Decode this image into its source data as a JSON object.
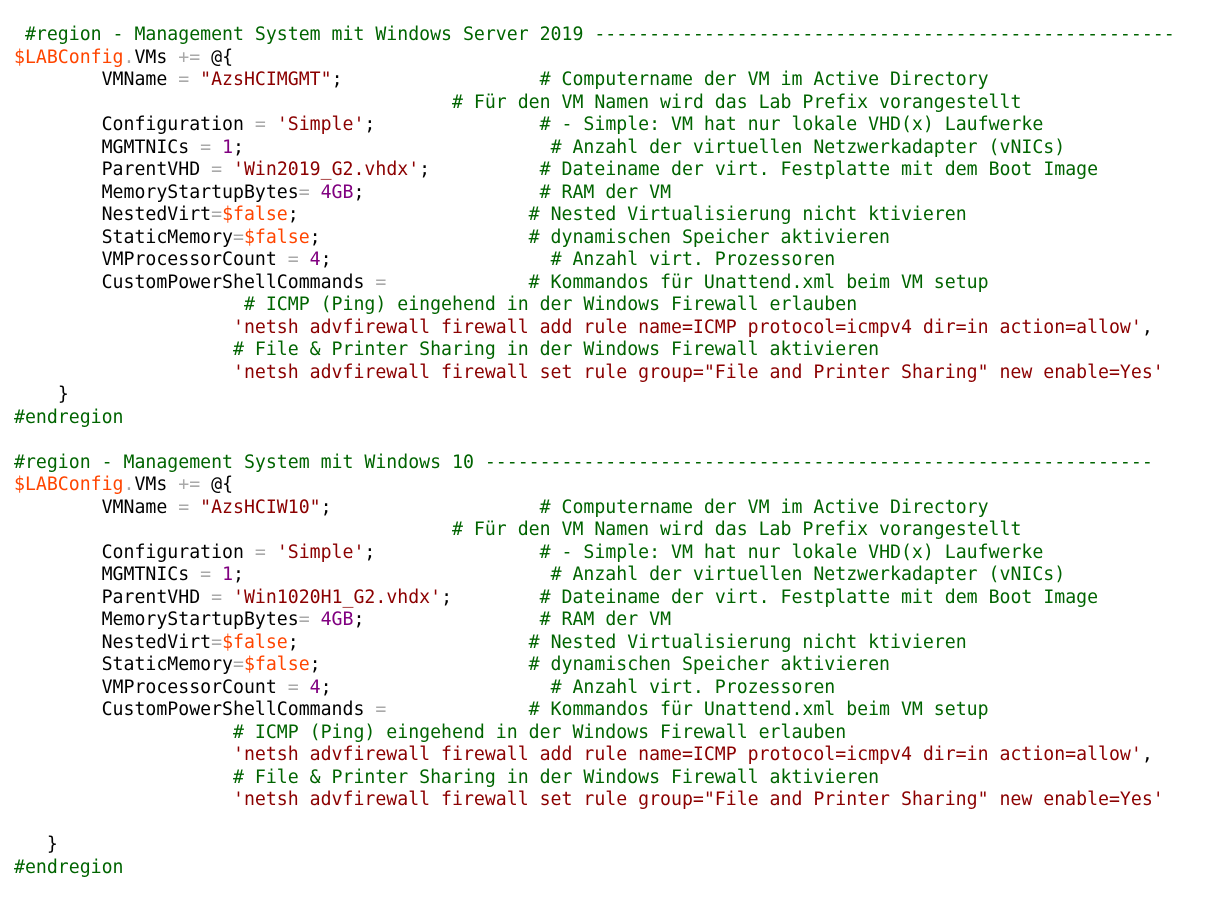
{
  "colors": {
    "background": "#ffffff",
    "text": "#000000",
    "comment": "#006400",
    "variable": "#ff4500",
    "string": "#8b0000",
    "number": "#800080",
    "operator": "#a9a9a9"
  },
  "lines": [
    [
      {
        "t": "comment",
        "v": " #region - Management System mit Windows Server 2019 -----------------------------------------------------"
      }
    ],
    [
      {
        "t": "var",
        "v": "$LABConfig"
      },
      {
        "t": "op",
        "v": "."
      },
      {
        "t": "text",
        "v": "VMs "
      },
      {
        "t": "op",
        "v": "+="
      },
      {
        "t": "text",
        "v": " "
      },
      {
        "t": "punct",
        "v": "@{"
      }
    ],
    [
      {
        "t": "text",
        "v": "        VMName "
      },
      {
        "t": "op",
        "v": "="
      },
      {
        "t": "text",
        "v": " "
      },
      {
        "t": "str",
        "v": "\"AzsHCIMGMT\""
      },
      {
        "t": "text",
        "v": ";                  "
      },
      {
        "t": "comment",
        "v": "# Computername der VM im Active Directory"
      }
    ],
    [
      {
        "t": "text",
        "v": "                                        "
      },
      {
        "t": "comment",
        "v": "# Für den VM Namen wird das Lab Prefix vorangestellt"
      }
    ],
    [
      {
        "t": "text",
        "v": "        Configuration "
      },
      {
        "t": "op",
        "v": "="
      },
      {
        "t": "text",
        "v": " "
      },
      {
        "t": "str",
        "v": "'Simple'"
      },
      {
        "t": "text",
        "v": ";               "
      },
      {
        "t": "comment",
        "v": "# - Simple: VM hat nur lokale VHD(x) Laufwerke"
      }
    ],
    [
      {
        "t": "text",
        "v": "        MGMTNICs "
      },
      {
        "t": "op",
        "v": "="
      },
      {
        "t": "text",
        "v": " "
      },
      {
        "t": "num",
        "v": "1"
      },
      {
        "t": "text",
        "v": ";                            "
      },
      {
        "t": "comment",
        "v": "# Anzahl der virtuellen Netzwerkadapter (vNICs)"
      }
    ],
    [
      {
        "t": "text",
        "v": "        ParentVHD "
      },
      {
        "t": "op",
        "v": "="
      },
      {
        "t": "text",
        "v": " "
      },
      {
        "t": "str",
        "v": "'Win2019_G2.vhdx'"
      },
      {
        "t": "text",
        "v": ";          "
      },
      {
        "t": "comment",
        "v": "# Dateiname der virt. Festplatte mit dem Boot Image"
      }
    ],
    [
      {
        "t": "text",
        "v": "        MemoryStartupBytes"
      },
      {
        "t": "op",
        "v": "="
      },
      {
        "t": "text",
        "v": " "
      },
      {
        "t": "num",
        "v": "4GB"
      },
      {
        "t": "text",
        "v": ";                "
      },
      {
        "t": "comment",
        "v": "# RAM der VM"
      }
    ],
    [
      {
        "t": "text",
        "v": "        NestedVirt"
      },
      {
        "t": "op",
        "v": "="
      },
      {
        "t": "var",
        "v": "$false"
      },
      {
        "t": "text",
        "v": ";                     "
      },
      {
        "t": "comment",
        "v": "# Nested Virtualisierung nicht ktivieren"
      }
    ],
    [
      {
        "t": "text",
        "v": "        StaticMemory"
      },
      {
        "t": "op",
        "v": "="
      },
      {
        "t": "var",
        "v": "$false"
      },
      {
        "t": "text",
        "v": ";                   "
      },
      {
        "t": "comment",
        "v": "# dynamischen Speicher aktivieren"
      }
    ],
    [
      {
        "t": "text",
        "v": "        VMProcessorCount "
      },
      {
        "t": "op",
        "v": "="
      },
      {
        "t": "text",
        "v": " "
      },
      {
        "t": "num",
        "v": "4"
      },
      {
        "t": "text",
        "v": ";                    "
      },
      {
        "t": "comment",
        "v": "# Anzahl virt. Prozessoren"
      }
    ],
    [
      {
        "t": "text",
        "v": "        CustomPowerShellCommands "
      },
      {
        "t": "op",
        "v": "="
      },
      {
        "t": "text",
        "v": "             "
      },
      {
        "t": "comment",
        "v": "# Kommandos für Unattend.xml beim VM setup"
      }
    ],
    [
      {
        "t": "text",
        "v": "                     "
      },
      {
        "t": "comment",
        "v": "# ICMP (Ping) eingehend in der Windows Firewall erlauben"
      }
    ],
    [
      {
        "t": "text",
        "v": "                    "
      },
      {
        "t": "str",
        "v": "'netsh advfirewall firewall add rule name=ICMP protocol=icmpv4 dir=in action=allow'"
      },
      {
        "t": "text",
        "v": ","
      }
    ],
    [
      {
        "t": "text",
        "v": "                    "
      },
      {
        "t": "comment",
        "v": "# File & Printer Sharing in der Windows Firewall aktivieren"
      }
    ],
    [
      {
        "t": "text",
        "v": "                    "
      },
      {
        "t": "str",
        "v": "'netsh advfirewall firewall set rule group=\"File and Printer Sharing\" new enable=Yes'"
      }
    ],
    [
      {
        "t": "text",
        "v": "    "
      },
      {
        "t": "punct",
        "v": "}"
      }
    ],
    [
      {
        "t": "comment",
        "v": "#endregion"
      }
    ],
    [],
    [
      {
        "t": "comment",
        "v": "#region - Management System mit Windows 10 -------------------------------------------------------------"
      }
    ],
    [
      {
        "t": "var",
        "v": "$LABConfig"
      },
      {
        "t": "op",
        "v": "."
      },
      {
        "t": "text",
        "v": "VMs "
      },
      {
        "t": "op",
        "v": "+="
      },
      {
        "t": "text",
        "v": " "
      },
      {
        "t": "punct",
        "v": "@{"
      }
    ],
    [
      {
        "t": "text",
        "v": "        VMName "
      },
      {
        "t": "op",
        "v": "="
      },
      {
        "t": "text",
        "v": " "
      },
      {
        "t": "str",
        "v": "\"AzsHCIW10\""
      },
      {
        "t": "text",
        "v": ";                   "
      },
      {
        "t": "comment",
        "v": "# Computername der VM im Active Directory"
      }
    ],
    [
      {
        "t": "text",
        "v": "                                        "
      },
      {
        "t": "comment",
        "v": "# Für den VM Namen wird das Lab Prefix vorangestellt"
      }
    ],
    [
      {
        "t": "text",
        "v": "        Configuration "
      },
      {
        "t": "op",
        "v": "="
      },
      {
        "t": "text",
        "v": " "
      },
      {
        "t": "str",
        "v": "'Simple'"
      },
      {
        "t": "text",
        "v": ";               "
      },
      {
        "t": "comment",
        "v": "# - Simple: VM hat nur lokale VHD(x) Laufwerke"
      }
    ],
    [
      {
        "t": "text",
        "v": "        MGMTNICs "
      },
      {
        "t": "op",
        "v": "="
      },
      {
        "t": "text",
        "v": " "
      },
      {
        "t": "num",
        "v": "1"
      },
      {
        "t": "text",
        "v": ";                            "
      },
      {
        "t": "comment",
        "v": "# Anzahl der virtuellen Netzwerkadapter (vNICs)"
      }
    ],
    [
      {
        "t": "text",
        "v": "        ParentVHD "
      },
      {
        "t": "op",
        "v": "="
      },
      {
        "t": "text",
        "v": " "
      },
      {
        "t": "str",
        "v": "'Win1020H1_G2.vhdx'"
      },
      {
        "t": "text",
        "v": ";        "
      },
      {
        "t": "comment",
        "v": "# Dateiname der virt. Festplatte mit dem Boot Image"
      }
    ],
    [
      {
        "t": "text",
        "v": "        MemoryStartupBytes"
      },
      {
        "t": "op",
        "v": "="
      },
      {
        "t": "text",
        "v": " "
      },
      {
        "t": "num",
        "v": "4GB"
      },
      {
        "t": "text",
        "v": ";                "
      },
      {
        "t": "comment",
        "v": "# RAM der VM"
      }
    ],
    [
      {
        "t": "text",
        "v": "        NestedVirt"
      },
      {
        "t": "op",
        "v": "="
      },
      {
        "t": "var",
        "v": "$false"
      },
      {
        "t": "text",
        "v": ";                     "
      },
      {
        "t": "comment",
        "v": "# Nested Virtualisierung nicht ktivieren"
      }
    ],
    [
      {
        "t": "text",
        "v": "        StaticMemory"
      },
      {
        "t": "op",
        "v": "="
      },
      {
        "t": "var",
        "v": "$false"
      },
      {
        "t": "text",
        "v": ";                   "
      },
      {
        "t": "comment",
        "v": "# dynamischen Speicher aktivieren"
      }
    ],
    [
      {
        "t": "text",
        "v": "        VMProcessorCount "
      },
      {
        "t": "op",
        "v": "="
      },
      {
        "t": "text",
        "v": " "
      },
      {
        "t": "num",
        "v": "4"
      },
      {
        "t": "text",
        "v": ";                    "
      },
      {
        "t": "comment",
        "v": "# Anzahl virt. Prozessoren"
      }
    ],
    [
      {
        "t": "text",
        "v": "        CustomPowerShellCommands "
      },
      {
        "t": "op",
        "v": "="
      },
      {
        "t": "text",
        "v": "             "
      },
      {
        "t": "comment",
        "v": "# Kommandos für Unattend.xml beim VM setup"
      }
    ],
    [
      {
        "t": "text",
        "v": "                    "
      },
      {
        "t": "comment",
        "v": "# ICMP (Ping) eingehend in der Windows Firewall erlauben"
      }
    ],
    [
      {
        "t": "text",
        "v": "                    "
      },
      {
        "t": "str",
        "v": "'netsh advfirewall firewall add rule name=ICMP protocol=icmpv4 dir=in action=allow'"
      },
      {
        "t": "text",
        "v": ","
      }
    ],
    [
      {
        "t": "text",
        "v": "                    "
      },
      {
        "t": "comment",
        "v": "# File & Printer Sharing in der Windows Firewall aktivieren"
      }
    ],
    [
      {
        "t": "text",
        "v": "                    "
      },
      {
        "t": "str",
        "v": "'netsh advfirewall firewall set rule group=\"File and Printer Sharing\" new enable=Yes'"
      }
    ],
    [],
    [
      {
        "t": "text",
        "v": "   "
      },
      {
        "t": "punct",
        "v": "}"
      }
    ],
    [
      {
        "t": "comment",
        "v": "#endregion"
      }
    ]
  ]
}
